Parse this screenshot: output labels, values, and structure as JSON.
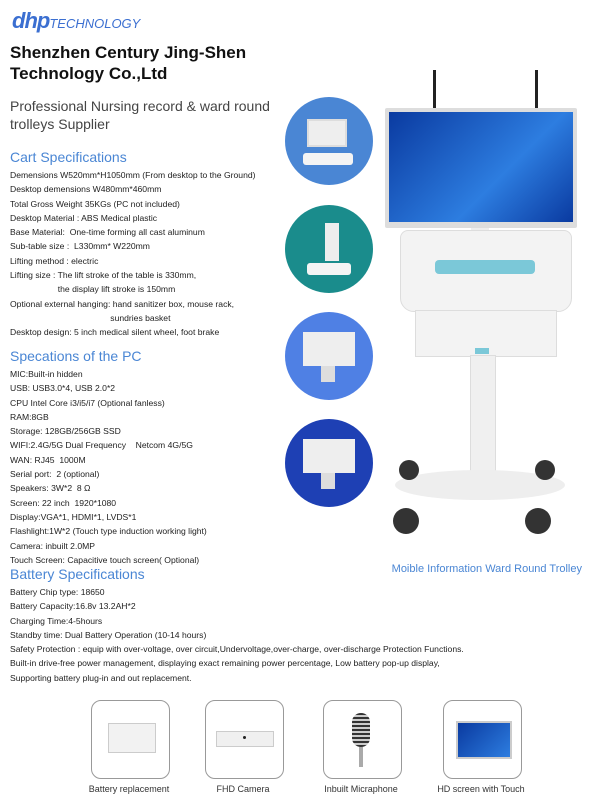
{
  "logo": {
    "mark": "dhp",
    "text": "TECHNOLOGY"
  },
  "company": "Shenzhen   Century Jing-Shen Technology Co.,Ltd",
  "tagline": "Professional Nursing record & ward round trolleys Supplier",
  "cart": {
    "title": "Cart Specifications",
    "lines": [
      "Demensions W520mm*H1050mm (From desktop to the Ground)",
      "Desktop demensions W480mm*460mm",
      "Total Gross Weight 35KGs (PC not included)",
      "Desktop Material : ABS Medical plastic",
      "Base Material:  One-time forming all cast aluminum",
      "Sub-table size :  L330mm* W220mm",
      "Lifting method : electric",
      "Lifting size : The lift stroke of the table is 330mm,",
      "                    the display lift stroke is 150mm",
      "Optional external hanging: hand sanitizer box, mouse rack,",
      "                                          sundries basket",
      "Desktop design: 5 inch medical silent wheel, foot brake"
    ]
  },
  "pc": {
    "title": "Specations of the PC",
    "lines": [
      "MIC:Built-in hidden",
      "USB: USB3.0*4, USB 2.0*2",
      "CPU Intel Core i3/i5/i7 (Optional fanless)",
      "RAM:8GB",
      "Storage: 128GB/256GB SSD",
      "WIFI:2.4G/5G Dual Frequency    Netcom 4G/5G",
      "WAN: RJ45  1000M",
      "Serial port:  2 (optional)",
      "Speakers: 3W*2  8 Ω",
      "Screen: 22 inch  1920*1080",
      "Display:VGA*1, HDMI*1, LVDS*1",
      "Flashlight:1W*2 (Touch type induction working light)",
      "Camera: inbuilt 2.0MP",
      "Touch Screen: Capacitive touch screen( Optional)"
    ]
  },
  "battery": {
    "title": "Battery Specifications",
    "lines": [
      "Battery Chip type: 18650",
      "Battery Capacity:16.8v 13.2AH*2",
      "Charging Time:4-5hours",
      "Standby time: Dual Battery Operation (10-14 hours)",
      "Safety Protection : equip with over-voltage, over circuit,Undervoltage,over-charge, over-discharge Protection Functions.",
      "Built-in drive-free power management, displaying exact remaining power percentage, Low battery pop-up display,",
      "Supporting battery plug-in and out replacement."
    ]
  },
  "product_caption": "Moible Information Ward Round Trolley",
  "circle_colors": [
    "#4a86d4",
    "#1a8c8c",
    "#4f80e4",
    "#1e40b4"
  ],
  "features": [
    {
      "label": "Battery replacement",
      "icon": "battery-pack-icon"
    },
    {
      "label": "FHD Camera",
      "icon": "camera-icon"
    },
    {
      "label": "Inbuilt Micraphone",
      "icon": "microphone-icon"
    },
    {
      "label": "HD screen with Touch",
      "icon": "touch-screen-icon"
    }
  ]
}
